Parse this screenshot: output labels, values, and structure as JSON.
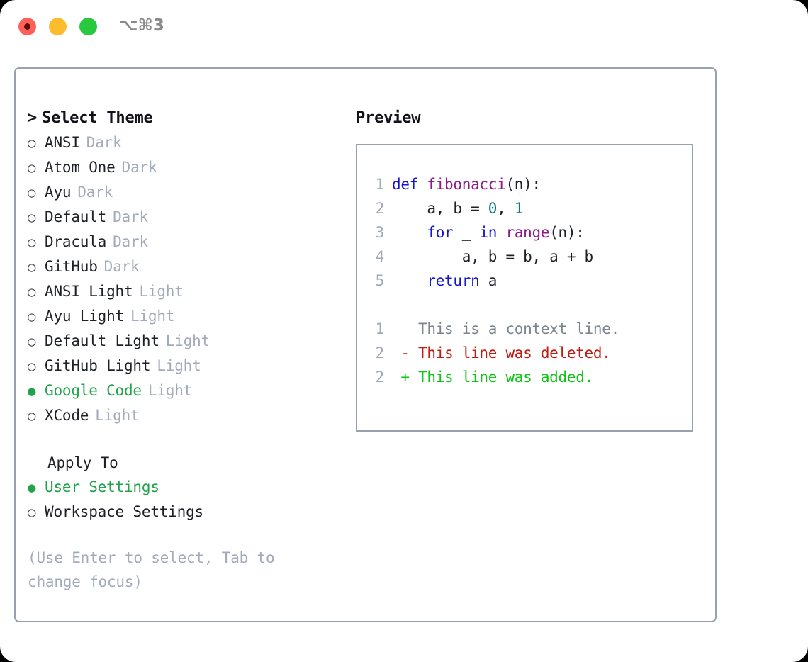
{
  "titlebar": {
    "shortcut": "⌥⌘3",
    "buttons": [
      {
        "name": "close",
        "color": "#fc6058"
      },
      {
        "name": "minimize",
        "color": "#fdbc2e"
      },
      {
        "name": "maximize",
        "color": "#28c83f"
      }
    ]
  },
  "accent_color": "#1fa44a",
  "theme_picker": {
    "title": "Select Theme",
    "caret": ">",
    "marker_selected": "●",
    "marker_unselected": "○",
    "items": [
      {
        "label": "ANSI",
        "variant": "Dark",
        "selected": false
      },
      {
        "label": "Atom One",
        "variant": "Dark",
        "selected": false
      },
      {
        "label": "Ayu",
        "variant": "Dark",
        "selected": false
      },
      {
        "label": "Default",
        "variant": "Dark",
        "selected": false
      },
      {
        "label": "Dracula",
        "variant": "Dark",
        "selected": false
      },
      {
        "label": "GitHub",
        "variant": "Dark",
        "selected": false
      },
      {
        "label": "ANSI Light",
        "variant": "Light",
        "selected": false
      },
      {
        "label": "Ayu Light",
        "variant": "Light",
        "selected": false
      },
      {
        "label": "Default Light",
        "variant": "Light",
        "selected": false
      },
      {
        "label": "GitHub Light",
        "variant": "Light",
        "selected": false
      },
      {
        "label": "Google Code",
        "variant": "Light",
        "selected": true
      },
      {
        "label": "XCode",
        "variant": "Light",
        "selected": false
      }
    ]
  },
  "apply_to": {
    "title": "Apply To",
    "items": [
      {
        "label": "User Settings",
        "selected": true
      },
      {
        "label": "Workspace Settings",
        "selected": false
      }
    ]
  },
  "hint": "(Use Enter to select, Tab to change focus)",
  "preview": {
    "title": "Preview",
    "code_lines": [
      {
        "number": "1",
        "tokens": [
          {
            "text": "def ",
            "type": "kw"
          },
          {
            "text": "fibonacci",
            "type": "fn"
          },
          {
            "text": "(n):",
            "type": "plain"
          }
        ]
      },
      {
        "number": "2",
        "tokens": [
          {
            "text": "    a, b = ",
            "type": "plain"
          },
          {
            "text": "0",
            "type": "num"
          },
          {
            "text": ", ",
            "type": "plain"
          },
          {
            "text": "1",
            "type": "num"
          }
        ]
      },
      {
        "number": "3",
        "tokens": [
          {
            "text": "    ",
            "type": "plain"
          },
          {
            "text": "for",
            "type": "kw"
          },
          {
            "text": " _ ",
            "type": "plain"
          },
          {
            "text": "in",
            "type": "kw"
          },
          {
            "text": " ",
            "type": "plain"
          },
          {
            "text": "range",
            "type": "fn"
          },
          {
            "text": "(n):",
            "type": "plain"
          }
        ]
      },
      {
        "number": "4",
        "tokens": [
          {
            "text": "        a, b = b, a + b",
            "type": "plain"
          }
        ]
      },
      {
        "number": "5",
        "tokens": [
          {
            "text": "    ",
            "type": "plain"
          },
          {
            "text": "return",
            "type": "kw"
          },
          {
            "text": " a",
            "type": "plain"
          }
        ]
      }
    ],
    "diff_lines": [
      {
        "number": "1",
        "sign": " ",
        "text": " This is a context line.",
        "type": "context"
      },
      {
        "number": "2",
        "sign": "-",
        "text": " This line was deleted.",
        "type": "deleted"
      },
      {
        "number": "2",
        "sign": "+",
        "text": " This line was added.",
        "type": "added"
      }
    ]
  }
}
